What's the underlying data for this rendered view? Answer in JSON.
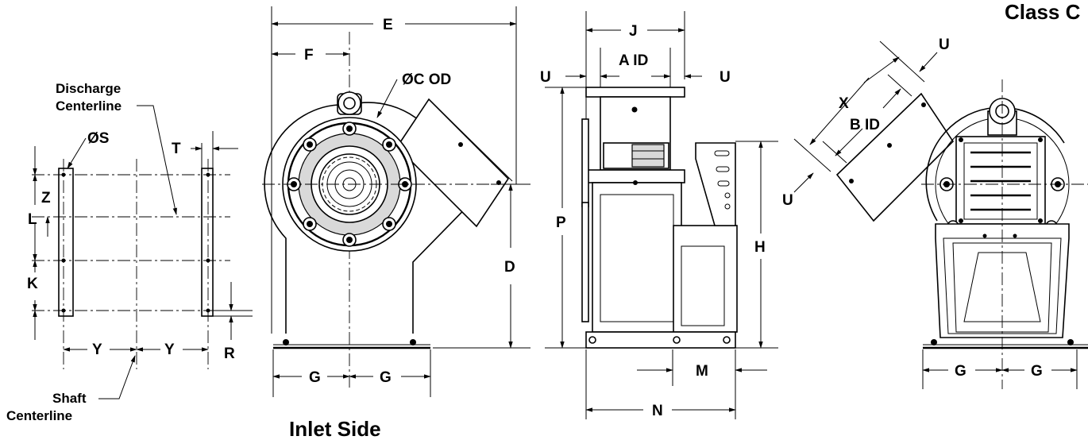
{
  "title_partial": "Class C",
  "views": {
    "discharge": {
      "labels": {
        "discharge_centerline_1": "Discharge",
        "discharge_centerline_2": "Centerline",
        "shaft_centerline_1": "Shaft",
        "shaft_centerline_2": "Centerline",
        "S": "ØS",
        "T": "T",
        "Z": "Z",
        "L": "L",
        "K": "K",
        "Y1": "Y",
        "Y2": "Y",
        "R": "R"
      }
    },
    "inlet": {
      "caption": "Inlet Side",
      "labels": {
        "E": "E",
        "F": "F",
        "C": "ØC OD",
        "D": "D",
        "G1": "G",
        "G2": "G"
      }
    },
    "side": {
      "labels": {
        "J": "J",
        "A": "A ID",
        "U1": "U",
        "U2": "U",
        "P": "P",
        "H": "H",
        "M": "M",
        "N": "N"
      }
    },
    "rear": {
      "labels": {
        "U1": "U",
        "U2": "U",
        "X": "X",
        "B": "B ID",
        "G1": "G",
        "G2": "G"
      }
    }
  },
  "colors": {
    "ink": "#000000",
    "paper": "#ffffff",
    "shade": "#d9d9d9"
  }
}
